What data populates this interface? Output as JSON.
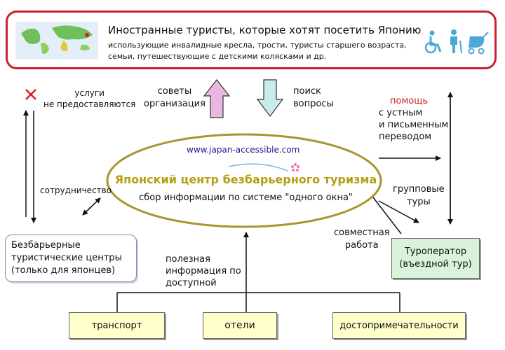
{
  "banner": {
    "title": "Иностранные туристы, которые хотят посетить Японию",
    "subtitle_line1": "использующие инвалидные кресла, трости, туристы старшего возраста,",
    "subtitle_line2": "семьи, путешествующие с детскими колясками и др."
  },
  "labels": {
    "no_services_line1": "услуги",
    "no_services_line2": "не предоставляются",
    "advice_line1": "советы",
    "advice_line2": "организация",
    "search_line1": "поиск",
    "search_line2": "вопросы",
    "help_line1": "помощь",
    "help_line2": "с устным",
    "help_line3": "и письменным",
    "help_line4": "переводом",
    "cooperation": "сотрудничество",
    "group_tours_line1": "групповые",
    "group_tours_line2": "туры",
    "joint_work_line1": "совместная",
    "joint_work_line2": "работа",
    "useful_info_line1": "полезная",
    "useful_info_line2": "информация по",
    "useful_info_line3": "доступной"
  },
  "center": {
    "url": "www.japan-accessible.com",
    "title": "Японский центр безбарьерного туризма",
    "subtitle": "сбор информации по системе \"одного окна\""
  },
  "boxes": {
    "barrier_free_line1": "Безбарьерные",
    "barrier_free_line2": "туристические центры",
    "barrier_free_line3": "(только для японцев)",
    "operator_line1": "Туроператор",
    "operator_line2": "(въездной тур)",
    "transport": "транспорт",
    "hotels": "отели",
    "sights": "достопримечательности"
  },
  "colors": {
    "banner_border": "#c8232c",
    "ellipse_stroke": "#a89530",
    "center_title": "#b4a010",
    "help_text": "#d22020",
    "operator_fill": "#d9f2d9",
    "source_fill": "#ffffcc",
    "up_arrow": "#e8b8e0",
    "down_arrow": "#c8ecec",
    "person_icons": "#4aa8d8"
  },
  "icons": [
    "world-map-icon",
    "wheelchair-icon",
    "elderly-person-icon",
    "baby-stroller-icon",
    "red-x-icon",
    "sakura-flower-icon"
  ]
}
